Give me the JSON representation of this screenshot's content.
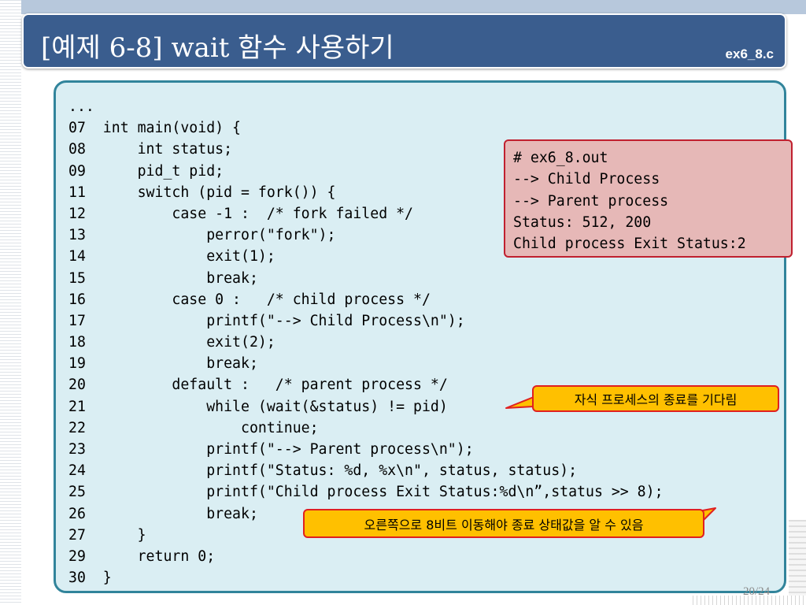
{
  "slide": {
    "title": "[예제 6-8] wait 함수 사용하기",
    "filename": "ex6_8.c",
    "page_number": "20/24"
  },
  "code_lines": [
    "...",
    "07  int main(void) {",
    "08      int status;",
    "09      pid_t pid;",
    "11      switch (pid = fork()) {",
    "12          case -1 :  /* fork failed */",
    "13              perror(\"fork\");",
    "14              exit(1);",
    "15              break;",
    "16          case 0 :   /* child process */",
    "17              printf(\"--> Child Process\\n\");",
    "18              exit(2);",
    "19              break;",
    "20          default :   /* parent process */",
    "21              while (wait(&status) != pid)",
    "22                  continue;",
    "23              printf(\"--> Parent process\\n\");",
    "24              printf(\"Status: %d, %x\\n\", status, status);",
    "25              printf(\"Child process Exit Status:%d\\n”,status >> 8);",
    "26              break;",
    "27      }",
    "29      return 0;",
    "30  }"
  ],
  "output": {
    "lines": [
      "# ex6_8.out",
      "--> Child Process",
      "--> Parent process",
      "Status: 512, 200",
      "Child process Exit Status:2"
    ]
  },
  "callouts": {
    "wait_note": "자식 프로세스의 종료를 기다림",
    "shift_note": "오른쪽으로 8비트 이동해야 종료 상태값을 알 수 있음"
  },
  "colors": {
    "title_bar": "#3a5d8e",
    "code_panel_bg": "#daeef3",
    "code_panel_border": "#31849b",
    "output_bg": "#e6b8b7",
    "output_border": "#c0202f",
    "callout_bg": "#ffc000",
    "callout_border": "#e02020"
  }
}
